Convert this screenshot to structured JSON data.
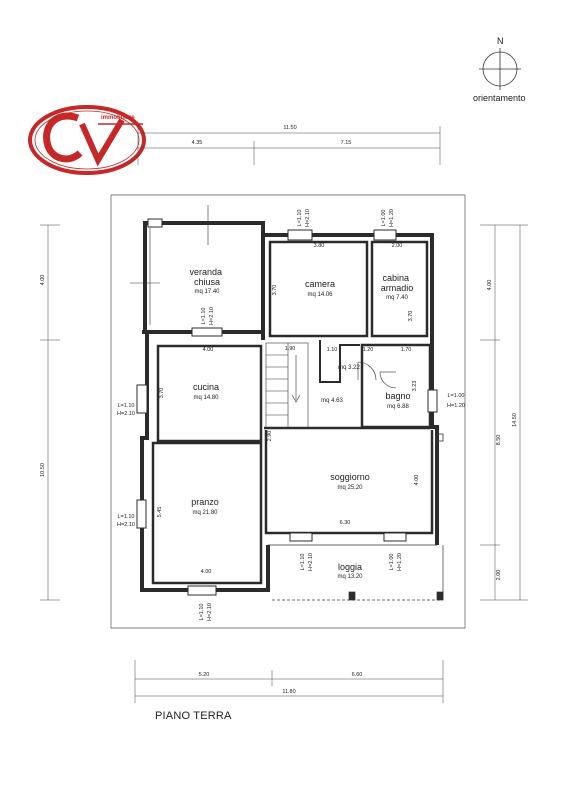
{
  "plan_title": "PIANO TERRA",
  "orientation": {
    "label": "orientamento",
    "north": "N"
  },
  "logo": {
    "letters": "CV",
    "tagline": "immobiliare",
    "color": "#c62828"
  },
  "colors": {
    "wall": "#2b2b2b",
    "line": "#333333",
    "logo": "#c62828"
  },
  "rooms": [
    {
      "name": "veranda\nchiusa",
      "area": "mq 17.40"
    },
    {
      "name": "camera",
      "area": "mq 14.06"
    },
    {
      "name": "cabina\narmadio",
      "area": "mq 7.40"
    },
    {
      "name": "cucina",
      "area": "mq 14.80"
    },
    {
      "name": "",
      "area": "mq 3.22"
    },
    {
      "name": "",
      "area": "mq 4.63"
    },
    {
      "name": "bagno",
      "area": "mq 6.88"
    },
    {
      "name": "soggiorno",
      "area": "mq 25.20"
    },
    {
      "name": "pranzo",
      "area": "mq 21.80"
    },
    {
      "name": "loggia",
      "area": "mq 13.20"
    }
  ],
  "dimensions": {
    "top_total": "11.50",
    "top_left": "4.35",
    "top_right": "7.15",
    "bottom_total": "11.80",
    "bottom_left": "5.20",
    "bottom_right": "6.60",
    "left_upper": "4.00",
    "left_total": "10.50",
    "right_upper": "4.00",
    "right_mid": "8.50",
    "right_total": "14.50",
    "right_lower": "2.00",
    "camera_w": "3.80",
    "camera_h": "3.70",
    "cabina_w": "2.00",
    "cabina_h": "3.70",
    "cucina_w": "4.00",
    "cucina_h": "3.70",
    "stair_w": "1.90",
    "hall_w": "1.10",
    "bagno_w1": "1.20",
    "bagno_w2": "1.70",
    "bagno_h": "3.23",
    "stair_h": "2.90",
    "soggiorno_w": "6.30",
    "soggiorno_h": "4.00",
    "pranzo_w": "4.00",
    "pranzo_h": "5.45"
  },
  "openings": [
    {
      "l": "L=1.10",
      "h": "H=2.10"
    },
    {
      "l": "L=1.00",
      "h": "H=1.20"
    },
    {
      "l": "L=1.10",
      "h": "H=2.10"
    },
    {
      "l": "L=1.10",
      "h": "H=2.10"
    },
    {
      "l": "L=1.00",
      "h": "H=1.20"
    },
    {
      "l": "L=1.10",
      "h": "H=2.10"
    },
    {
      "l": "L=1.10",
      "h": "H=2.10"
    },
    {
      "l": "L=1.00",
      "h": "H=1.20"
    },
    {
      "l": "L=1.10",
      "h": "H=2.10"
    }
  ]
}
